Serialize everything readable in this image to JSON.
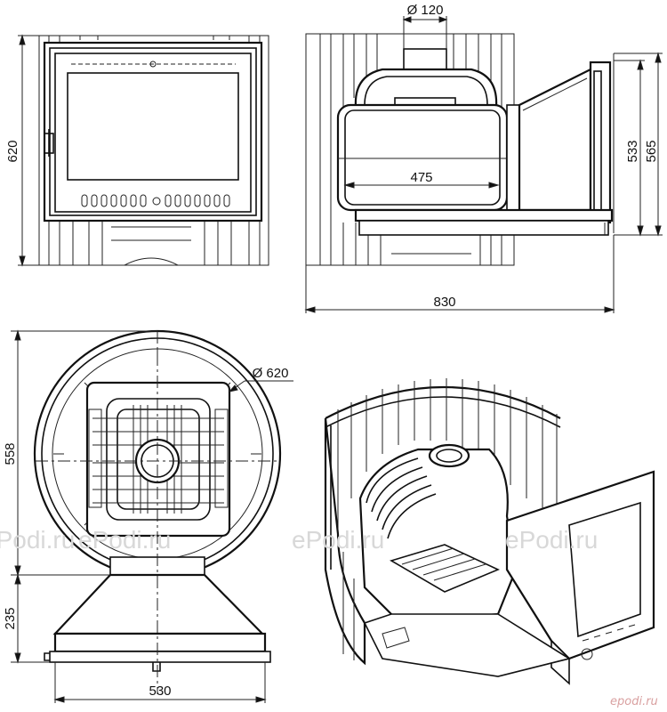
{
  "dimensions": {
    "front_height": "620",
    "top_pipe_diameter": "Ø 120",
    "side_inner_width": "475",
    "side_height_533": "533",
    "side_height_565": "565",
    "side_total_length": "830",
    "top_diameter": "Ø 620",
    "top_depth": "558",
    "top_tunnel": "235",
    "top_width": "530"
  },
  "watermarks": [
    "ePodi.ru",
    "ePodi.ru",
    "ePodi.ru",
    "ePodi.ru"
  ],
  "logo": "epodi.ru",
  "colors": {
    "line": "#111111",
    "watermark": "#d8d8d8",
    "logo": "#d9a0a0"
  }
}
